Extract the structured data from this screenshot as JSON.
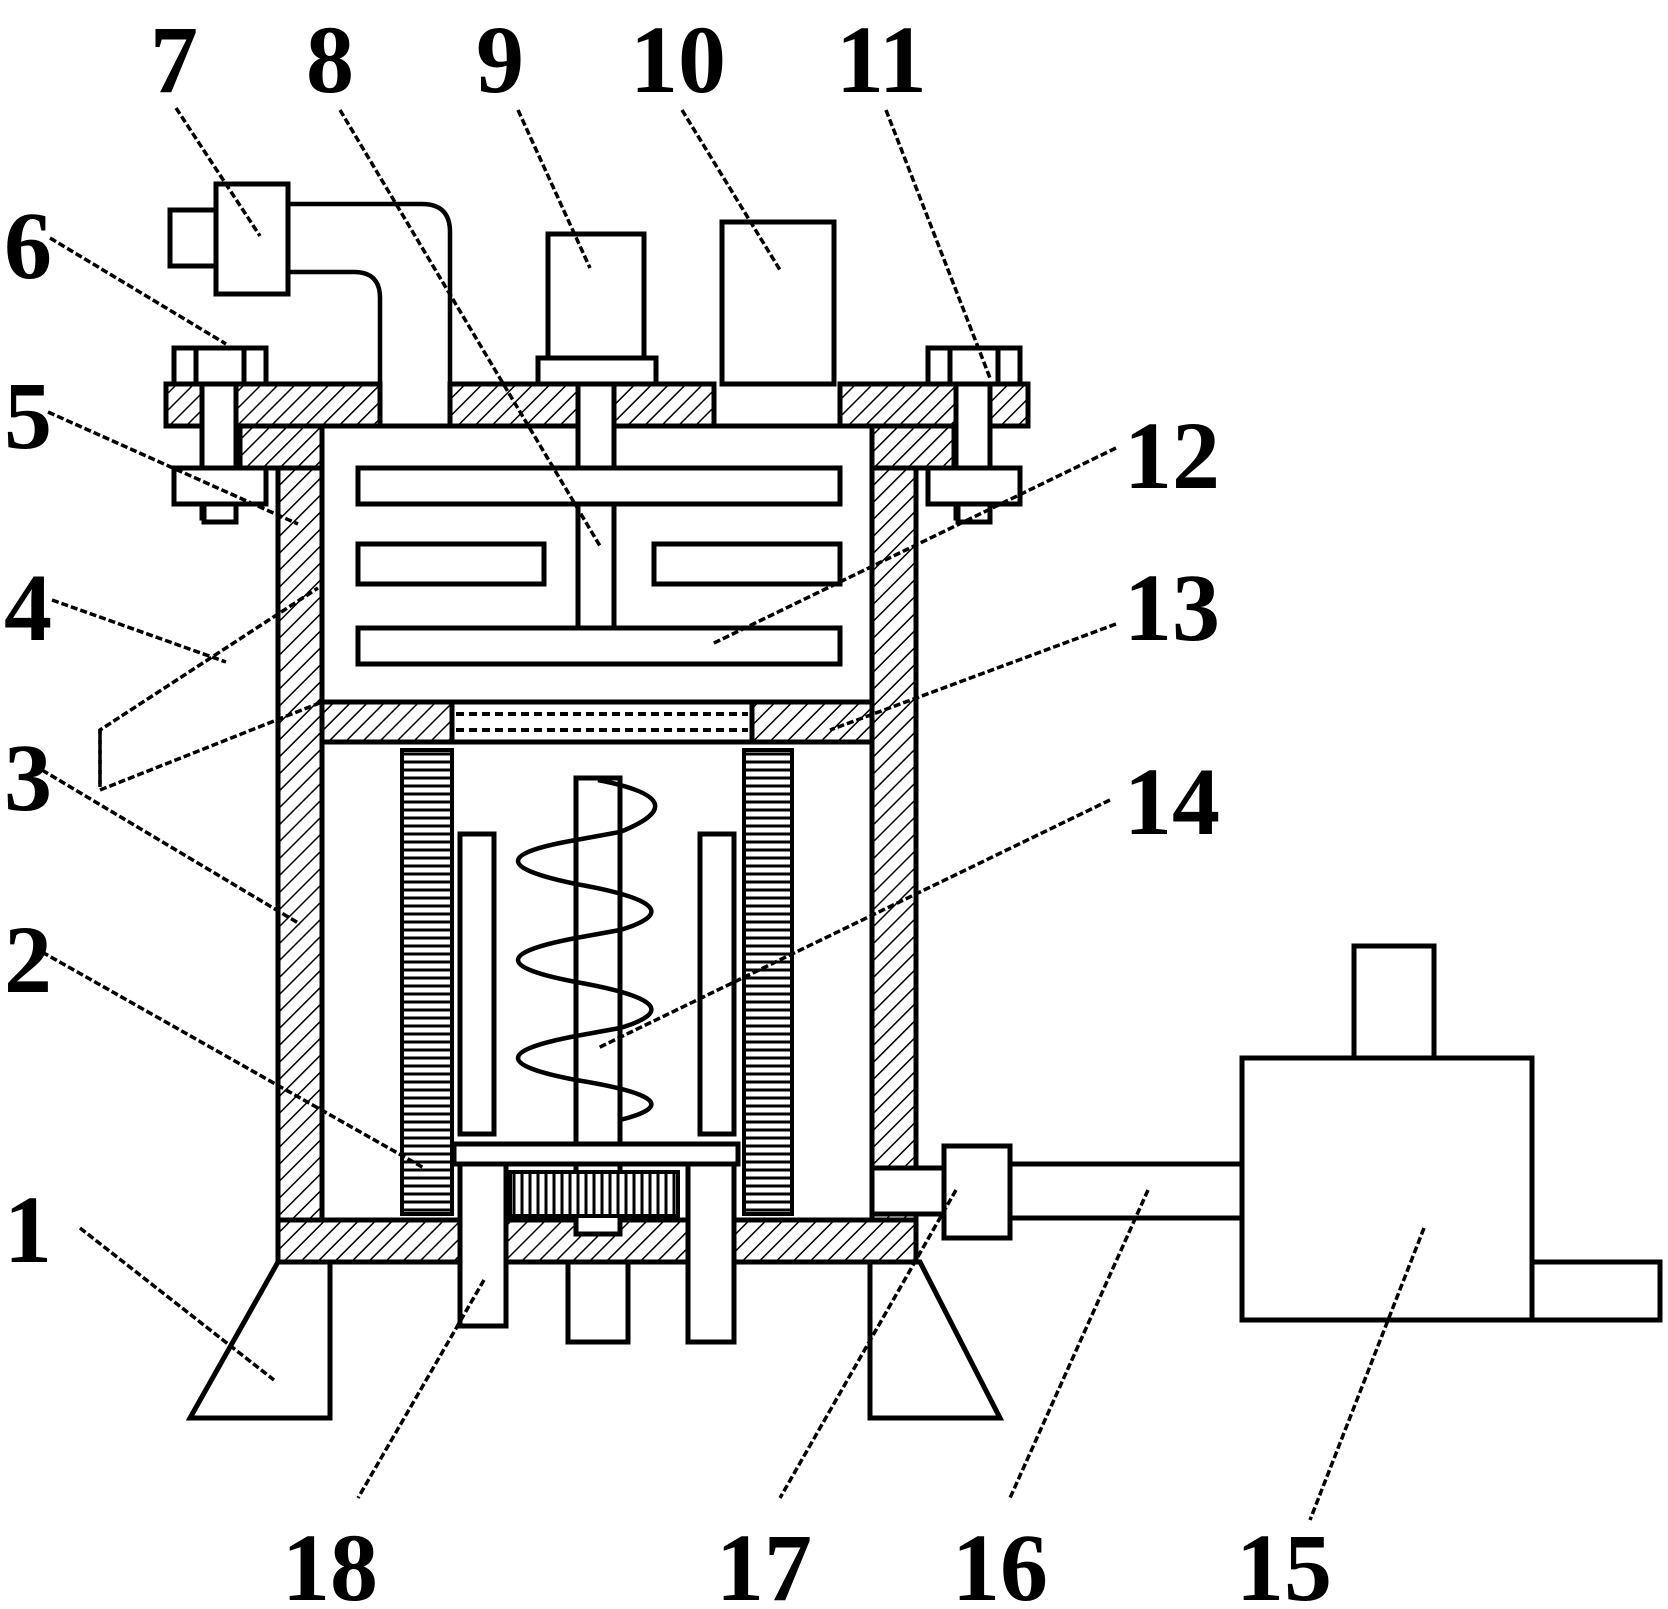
{
  "labels": [
    "1",
    "2",
    "3",
    "4",
    "5",
    "6",
    "7",
    "8",
    "9",
    "10",
    "11",
    "12",
    "13",
    "14",
    "15",
    "16",
    "17",
    "18"
  ],
  "colors": {
    "ink": "#000000",
    "paper": "#ffffff"
  }
}
